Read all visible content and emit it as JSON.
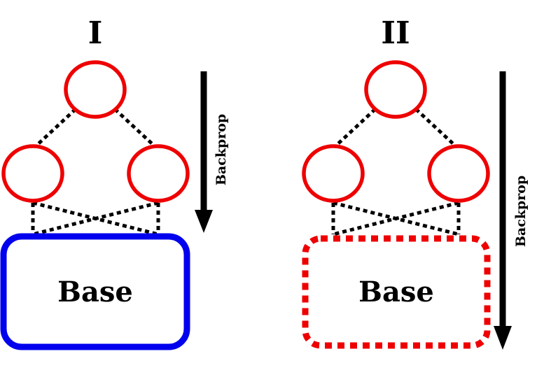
{
  "panels": [
    {
      "title": "I",
      "base_label": "Base",
      "backprop_label": "Backprop",
      "base_style": "solid",
      "base_color": "#0000ee",
      "node_color": "#ee0000"
    },
    {
      "title": "II",
      "base_label": "Base",
      "backprop_label": "Backprop",
      "base_style": "dashed",
      "base_color": "#ee0000",
      "node_color": "#ee0000"
    }
  ],
  "colors": {
    "edge": "#000000",
    "arrow": "#000000"
  }
}
